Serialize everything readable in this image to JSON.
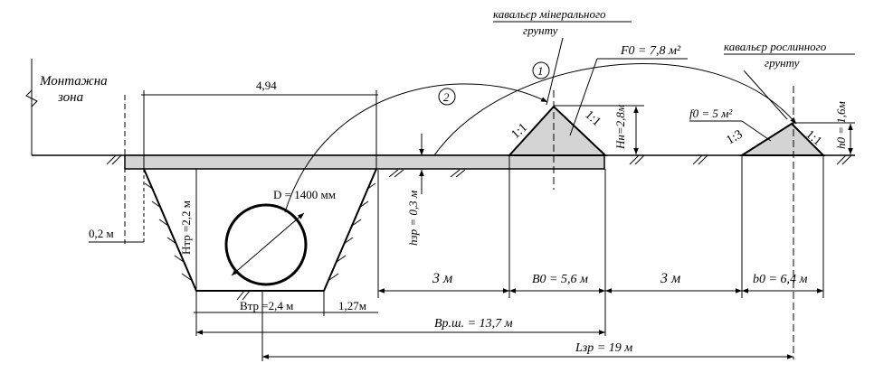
{
  "labels": {
    "mounting_zone_line1": "Монтажна",
    "mounting_zone_line2": "зона",
    "mineral_spoil_line1": "кавальєр мінерального",
    "mineral_spoil_line2": "грунту",
    "topsoil_spoil_line1": "кавальєр рослинного",
    "topsoil_spoil_line2": "грунту",
    "pipe_diameter": "D = 1400 мм",
    "trench_depth": "Нтр =2,2 м",
    "bottom_width": "Втр =2,4 м",
    "width_top": "4,94",
    "offset_02": "0,2 м",
    "offset_127": "1,27м",
    "strip_depth": "hзр = 0,3 м",
    "mineral_area": "F0 = 7,8 м²",
    "mineral_height": "Hн=2,8м",
    "mineral_base": "B0 = 5,6 м",
    "topsoil_area": "f0 = 5 м²",
    "topsoil_height": "h0 = 1,6м",
    "topsoil_base": "b0 = 6,4 м",
    "gap_3m_a": "3 м",
    "gap_3m_b": "3 м",
    "slope_11_left": "1:1",
    "slope_11_right": "1:1",
    "slope_13": "1:3",
    "slope_11_topsoil": "1:1",
    "work_width": "Bр.ш. = 13,7 м",
    "strip_length": "Lзр = 19 м",
    "route_1": "1",
    "route_2": "2"
  },
  "colors": {
    "stroke": "#000000",
    "fill_gray": "#d4d4d4"
  }
}
